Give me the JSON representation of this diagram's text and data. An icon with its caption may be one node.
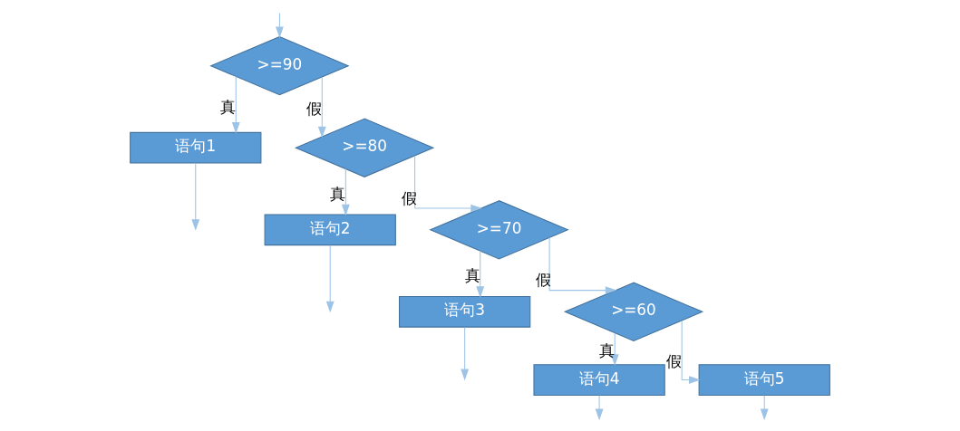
{
  "diagram": {
    "nodes": [
      {
        "text": [
          ">=90"
        ]
      },
      {
        "text": [
          "语句1"
        ]
      },
      {
        "text": [
          ">=80"
        ]
      },
      {
        "text": [
          "语句2"
        ]
      },
      {
        "text": [
          ">=70"
        ]
      },
      {
        "text": [
          "语句3"
        ]
      },
      {
        "text": [
          ">=60"
        ]
      },
      {
        "text": [
          "语句4"
        ]
      },
      {
        "text": [
          "语句5"
        ]
      }
    ],
    "edges": [
      {
        "from": null,
        "to": 0,
        "arrow": "to"
      },
      {
        "from": 0,
        "to": 1,
        "arrow": "to",
        "label": "真"
      },
      {
        "from": 0,
        "to": 2,
        "arrow": "to",
        "label": "假"
      },
      {
        "from": 2,
        "to": 3,
        "arrow": "to",
        "label": "真"
      },
      {
        "from": 2,
        "to": 4,
        "arrow": "to",
        "label": "假"
      },
      {
        "from": 4,
        "to": 5,
        "arrow": "to",
        "label": "真"
      },
      {
        "from": 4,
        "to": 6,
        "arrow": "to",
        "label": "假"
      },
      {
        "from": 6,
        "to": 7,
        "arrow": "to",
        "label": "真"
      },
      {
        "from": 6,
        "to": 8,
        "arrow": "to",
        "label": "假"
      },
      {
        "from": 1,
        "to": null,
        "arrow": "to"
      },
      {
        "from": 3,
        "to": null,
        "arrow": "to"
      },
      {
        "from": 5,
        "to": null,
        "arrow": "to"
      },
      {
        "from": 7,
        "to": null,
        "arrow": "to"
      },
      {
        "from": 8,
        "to": null,
        "arrow": "to"
      }
    ]
  }
}
